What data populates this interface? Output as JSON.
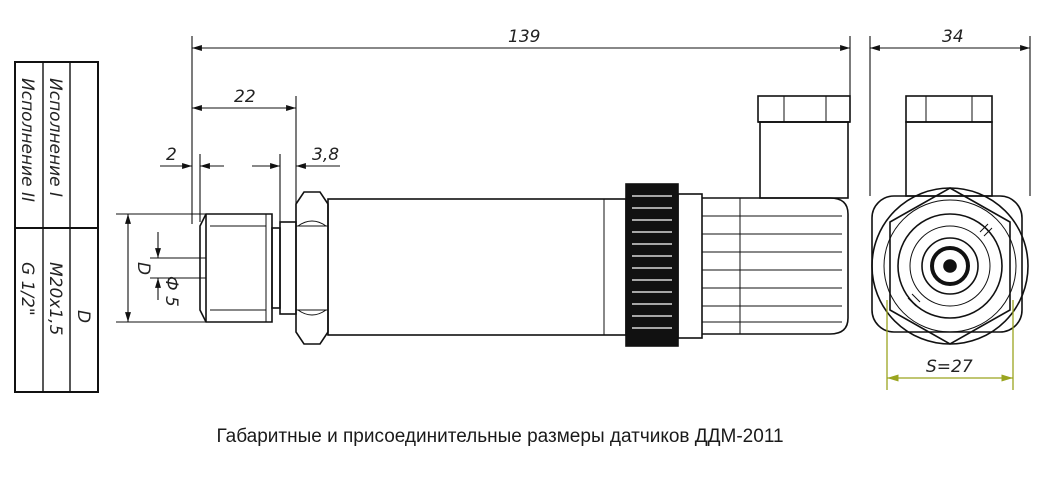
{
  "table": {
    "header_variant": "Исполнение",
    "header_d": "D",
    "variant_1": "Исполнение I",
    "variant_2": "Исполнение II",
    "thread_1": "M20x1,5",
    "thread_2": "G 1/2\""
  },
  "dimensions": {
    "overall_length": "139",
    "thread_length": "22",
    "tip": "2",
    "collar": "3,8",
    "width": "34",
    "hex": "S=27",
    "bore": "Ф 5",
    "diameter": "D"
  },
  "caption": "Габаритные и присоединительные размеры датчиков ДДМ-2011",
  "colors": {
    "line": "#111111",
    "hex_dimension": "#b5c12a",
    "background": "#ffffff"
  }
}
